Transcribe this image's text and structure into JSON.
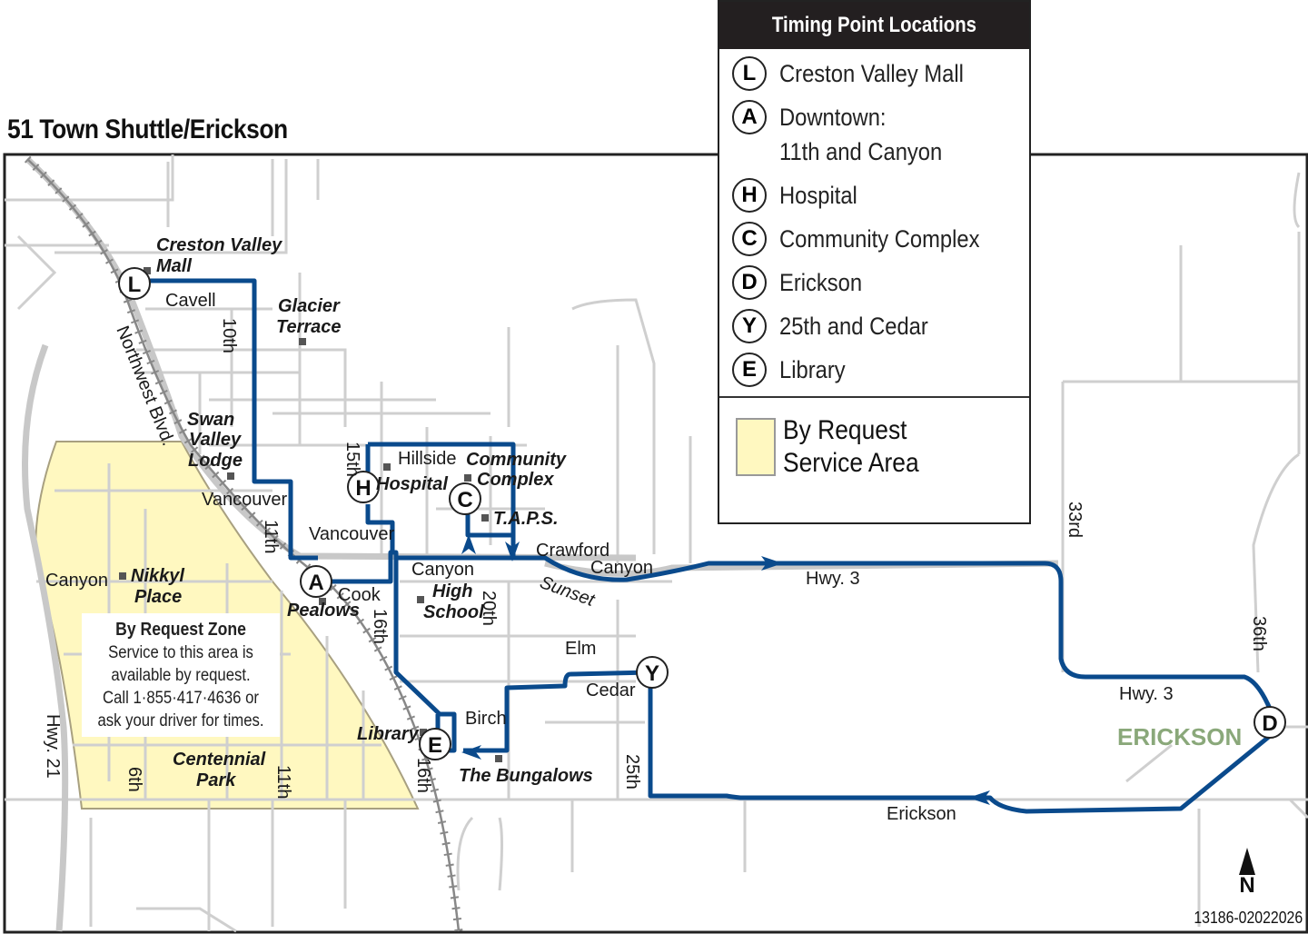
{
  "map": {
    "title": "51 Town Shuttle/Erickson",
    "reference_code": "13186-02022026",
    "north_label": "N",
    "colors": {
      "route": "#0a4a8c",
      "roads": "#cccccc",
      "highway": "#c8c8c8",
      "rail": "#888888",
      "request_area": "#fff8c0",
      "erickson_label": "#8aa87a",
      "legend_header": "#231f20"
    }
  },
  "legend": {
    "title": "Timing Point Locations",
    "items": [
      {
        "letter": "L",
        "label": "Creston Valley Mall"
      },
      {
        "letter": "A",
        "label": "Downtown:",
        "label2": "11th and Canyon"
      },
      {
        "letter": "H",
        "label": "Hospital"
      },
      {
        "letter": "C",
        "label": "Community Complex"
      },
      {
        "letter": "D",
        "label": "Erickson"
      },
      {
        "letter": "Y",
        "label": "25th and Cedar"
      },
      {
        "letter": "E",
        "label": "Library"
      }
    ],
    "area_label_line1": "By Request",
    "area_label_line2": "Service Area"
  },
  "request_zone": {
    "title": "By Request Zone",
    "lines": [
      "Service to this area is",
      "available by request.",
      "Call 1·855·417·4636 or",
      "ask your driver for times."
    ]
  },
  "stops": {
    "L": "L",
    "A": "A",
    "H": "H",
    "C": "C",
    "D": "D",
    "Y": "Y",
    "E": "E"
  },
  "streets": {
    "cavell": "Cavell",
    "tenth": "10th",
    "northwest_blvd": "Northwest Blvd.",
    "vancouver1": "Vancouver",
    "vancouver2": "Vancouver",
    "eleventh": "11th",
    "canyon_west": "Canyon",
    "cook": "Cook",
    "fifteenth": "15th",
    "hillside": "Hillside",
    "sixteenth": "16th",
    "sixteenth_south": "16th",
    "canyon_mid": "Canyon",
    "twentieth": "20th",
    "crawford": "Crawford",
    "canyon_east": "Canyon",
    "sunset": "Sunset",
    "hwy3_a": "Hwy. 3",
    "hwy3_b": "Hwy. 3",
    "elm": "Elm",
    "cedar": "Cedar",
    "birch": "Birch",
    "twentyfifth": "25th",
    "erickson_rd": "Erickson",
    "thirtythird": "33rd",
    "thirtysixth": "36th",
    "hwy21": "Hwy. 21",
    "sixth": "6th",
    "eleventh_south": "11th"
  },
  "places": {
    "creston_valley_mall_1": "Creston Valley",
    "creston_valley_mall_2": "Mall",
    "glacier_terrace_1": "Glacier",
    "glacier_terrace_2": "Terrace",
    "swan_valley_1": "Swan",
    "swan_valley_2": "Valley",
    "swan_valley_3": "Lodge",
    "hospital": "Hospital",
    "community_complex_1": "Community",
    "community_complex_2": "Complex",
    "taps": "T.A.P.S.",
    "nikkyl_1": "Nikkyl",
    "nikkyl_2": "Place",
    "pealows": "Pealows",
    "high_school_1": "High",
    "high_school_2": "School",
    "library": "Library",
    "bungalows": "The Bungalows",
    "centennial_1": "Centennial",
    "centennial_2": "Park",
    "erickson_area": "ERICKSON"
  }
}
